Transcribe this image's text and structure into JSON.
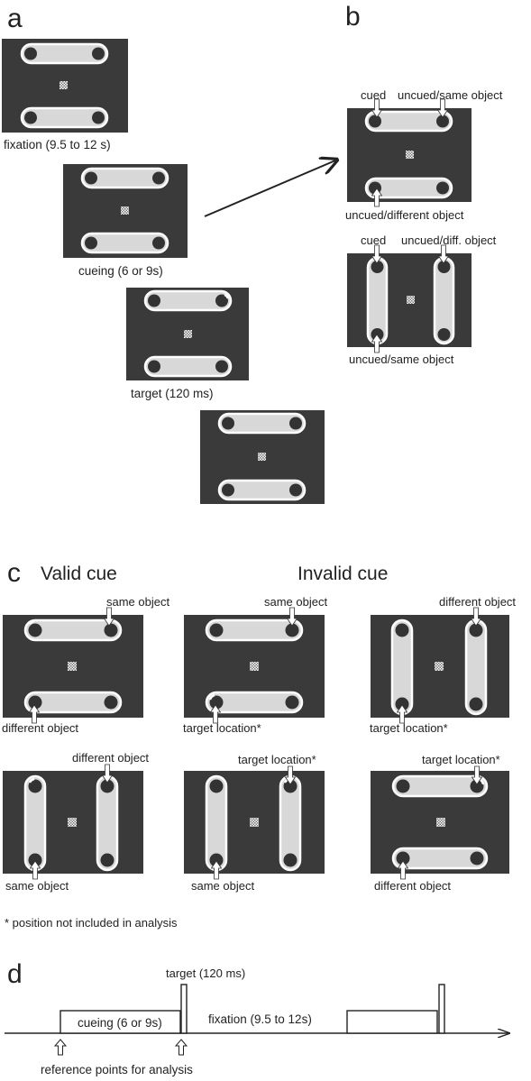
{
  "panels": {
    "a": {
      "letter": "a",
      "fixation_label": "fixation (9.5 to 12 s)",
      "cueing_label": "cueing (6 or 9s)",
      "target_label": "target (120 ms)"
    },
    "b": {
      "letter": "b",
      "top": {
        "cued": "cued",
        "uncued_same": "uncued/same object",
        "uncued_different": "uncued/different object"
      },
      "bottom": {
        "cued": "cued",
        "uncued_diff": "uncued/diff. object",
        "uncued_same": "uncued/same object"
      }
    },
    "c": {
      "letter": "c",
      "valid_heading": "Valid cue",
      "invalid_heading": "Invalid cue",
      "labels": {
        "r1c1_top": "same object",
        "r1c1_bottom": "different object",
        "r1c2_top": "same object",
        "r1c2_bottom": "target location*",
        "r1c3_top": "different object",
        "r1c3_bottom": "target location*",
        "r2c1_top": "different object",
        "r2c1_bottom": "same object",
        "r2c2_top": "target location*",
        "r2c2_bottom": "same object",
        "r2c3_top": "target location*",
        "r2c3_bottom": "different object"
      },
      "footnote": "* position not included in analysis"
    },
    "d": {
      "letter": "d",
      "target_label": "target (120 ms)",
      "cueing_label": "cueing (6 or 9s)",
      "fixation_label": "fixation (9.5 to 12s)",
      "reference_label": "reference points for analysis"
    }
  },
  "colors": {
    "display_bg": "#3a3a3a",
    "object_fill": "#d8d8d8",
    "object_stroke": "#ffffff",
    "disc": "#333333",
    "ink": "#222222"
  }
}
